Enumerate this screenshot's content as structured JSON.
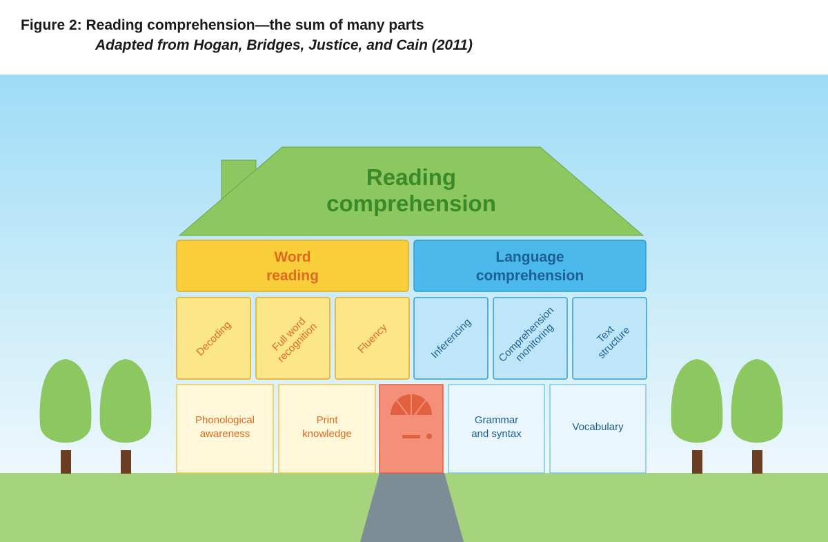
{
  "caption": {
    "title": "Figure 2: Reading comprehension—the sum of many parts",
    "subtitle": "Adapted from Hogan, Bridges, Justice, and Cain (2011)"
  },
  "house": {
    "roof": {
      "line1": "Reading",
      "line2": "comprehension"
    },
    "word_reading": {
      "line1": "Word",
      "line2": "reading",
      "skills": [
        {
          "lines": [
            "Decoding"
          ]
        },
        {
          "lines": [
            "Full word",
            "recognition"
          ]
        },
        {
          "lines": [
            "Fluency"
          ]
        }
      ],
      "foundations": [
        {
          "lines": [
            "Phonological",
            "awareness"
          ]
        },
        {
          "lines": [
            "Print",
            "knowledge"
          ]
        }
      ]
    },
    "language_comprehension": {
      "line1": "Language",
      "line2": "comprehension",
      "skills": [
        {
          "lines": [
            "Inferencing"
          ]
        },
        {
          "lines": [
            "Comprehension",
            "monitoring"
          ]
        },
        {
          "lines": [
            "Text",
            "structure"
          ]
        }
      ],
      "foundations": [
        {
          "lines": [
            "Grammar",
            "and syntax"
          ]
        },
        {
          "lines": [
            "Vocabulary"
          ]
        }
      ]
    }
  },
  "colors": {
    "sky_top": "#9edcf5",
    "sky_bottom": "#eef8fc",
    "grass": "#a6d37e",
    "roof": "#8cc760",
    "roof_text": "#3b8a2a",
    "word_header": "#f8cf3a",
    "word_text": "#e06a1e",
    "word_skill_bg": "#fbe68a",
    "word_foundation_bg": "#fff7d9",
    "lang_header": "#4bb9ec",
    "lang_text": "#1c5f92",
    "lang_skill_bg": "#bfe6f8",
    "lang_foundation_bg": "#e9f6fd",
    "door": "#f4907a",
    "door_accent": "#e0603f",
    "path": "#7d8d95",
    "tree_canopy": "#8cc760",
    "tree_trunk": "#6b3d22"
  }
}
